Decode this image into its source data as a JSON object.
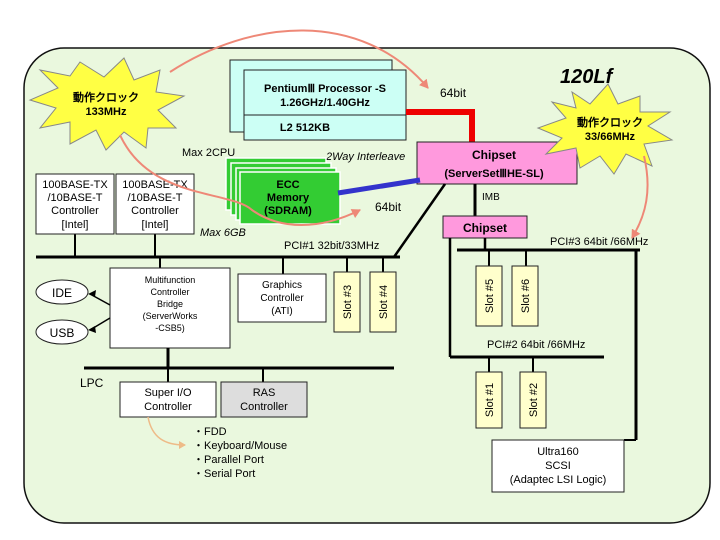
{
  "model": "120Lf",
  "cpu": {
    "name": "PentiumⅢ Processor -S",
    "speed": "1.26GHz/1.40GHz",
    "cache": "L2 512KB",
    "max": "Max 2CPU"
  },
  "bus_label_64bit_top": "64bit",
  "bus_label_64bit_mem": "64bit",
  "chipset_main": {
    "title": "Chipset",
    "sub": "(ServerSetⅢHE-SL)"
  },
  "interleave": "2Way Interleave",
  "memory": {
    "line1": "ECC",
    "line2": "Memory",
    "line3": "(SDRAM)",
    "max": "Max 6GB"
  },
  "imb": "IMB",
  "chipset_io": "Chipset",
  "clock_left": {
    "line1": "動作クロック",
    "line2": "133MHz"
  },
  "clock_right": {
    "line1": "動作クロック",
    "line2": "33/66MHz"
  },
  "nic1": [
    "100BASE-TX",
    "/10BASE-T",
    "Controller",
    "[Intel]"
  ],
  "nic2": [
    "100BASE-TX",
    "/10BASE-T",
    "Controller",
    "[Intel]"
  ],
  "pci1": "PCI#1 32bit/33MHz",
  "pci2": "PCI#2 64bit /66MHz",
  "pci3": "PCI#3 64bit /66MHz",
  "bridge": [
    "Multifunction",
    "Controller",
    "Bridge",
    "(ServerWorks",
    "-CSB5)"
  ],
  "ide": "IDE",
  "usb": "USB",
  "graphics": [
    "Graphics",
    "Controller",
    "(ATI)"
  ],
  "slots": {
    "s1": "Slot #1",
    "s2": "Slot #2",
    "s3": "Slot #3",
    "s4": "Slot #4",
    "s5": "Slot #5",
    "s6": "Slot #6"
  },
  "lpc": "LPC",
  "superio": [
    "Super I/O",
    "Controller"
  ],
  "ras": [
    "RAS",
    "Controller"
  ],
  "peripherals": [
    "・FDD",
    "・Keyboard/Mouse",
    "・Parallel Port",
    "・Serial Port"
  ],
  "scsi": [
    "Ultra160",
    "SCSI",
    "(Adaptec LSI Logic)"
  ],
  "colors": {
    "background_panel": "#eaf8de",
    "cpu_box": "#ccfff5",
    "memory_box": "#33cc33",
    "chipset_box": "#ff99dd",
    "slot_box": "#ffffcc",
    "ras_box": "#dddddd",
    "starburst": "#ffff44",
    "memory_bus": "#3333cc",
    "cpu_bus": "#ee0000",
    "arrow": "#ee8877"
  }
}
